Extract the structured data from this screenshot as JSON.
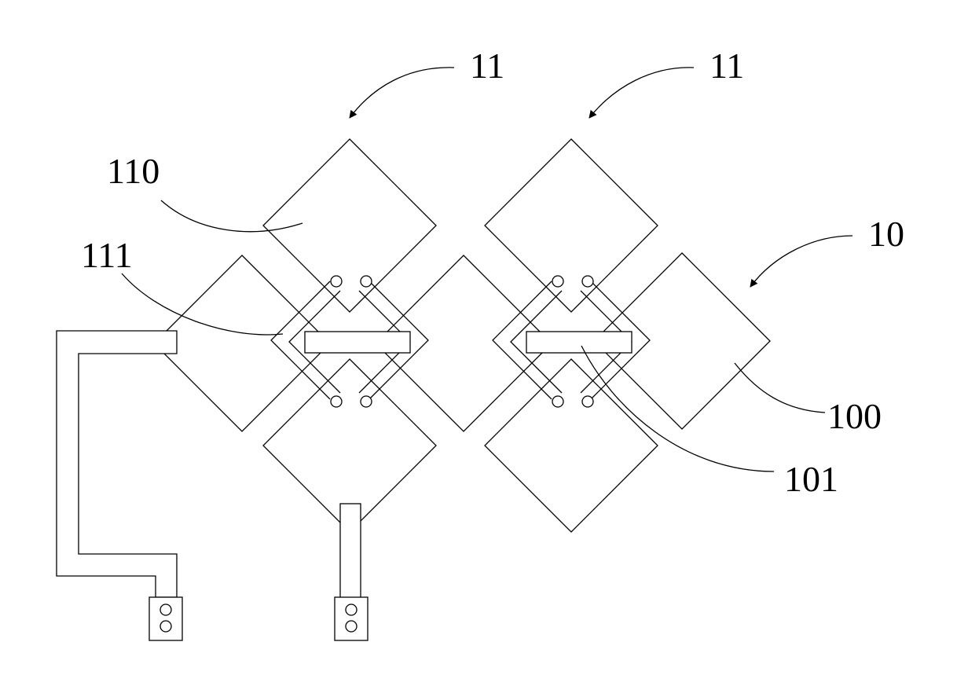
{
  "labels": {
    "arrow_left": "11",
    "arrow_right": "11",
    "arrow_far_right": "10",
    "patch_top": "110",
    "feed_left": "111",
    "patch_right": "100",
    "feed_right": "101"
  },
  "colors": {
    "line": "#000000",
    "background": "#ffffff"
  }
}
